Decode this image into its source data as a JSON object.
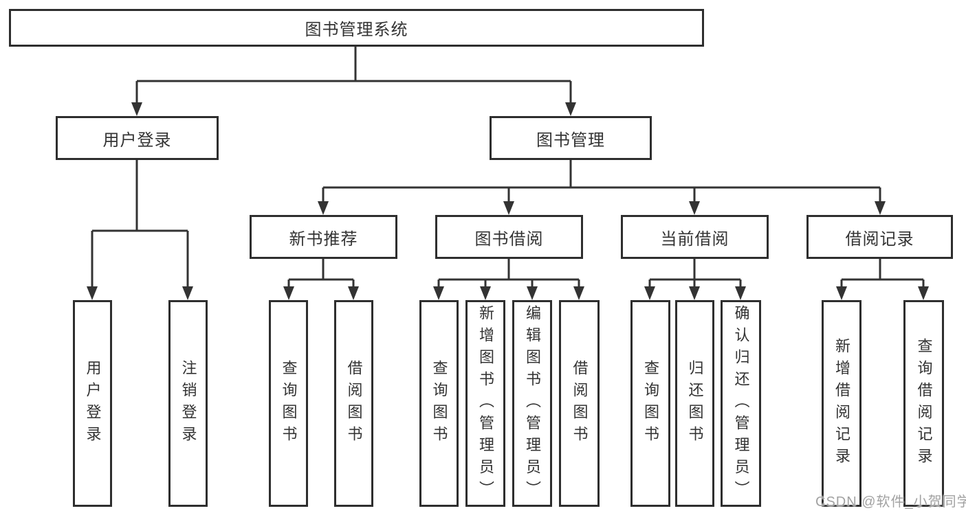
{
  "tree": {
    "root": {
      "label": "图书管理系统",
      "children": [
        {
          "label": "用户登录",
          "children": [
            {
              "label": "用户登录"
            },
            {
              "label": "注销登录"
            }
          ]
        },
        {
          "label": "图书管理",
          "children": [
            {
              "label": "新书推荐",
              "children": [
                {
                  "label": "查询图书"
                },
                {
                  "label": "借阅图书"
                }
              ]
            },
            {
              "label": "图书借阅",
              "children": [
                {
                  "label": "查询图书"
                },
                {
                  "label": "新增图书（管理员）"
                },
                {
                  "label": "编辑图书（管理员）"
                },
                {
                  "label": "借阅图书"
                }
              ]
            },
            {
              "label": "当前借阅",
              "children": [
                {
                  "label": "查询图书"
                },
                {
                  "label": "归还图书"
                },
                {
                  "label": "确认归还（管理员）"
                }
              ]
            },
            {
              "label": "借阅记录",
              "children": [
                {
                  "label": "新增借阅记录"
                },
                {
                  "label": "查询借阅记录"
                }
              ]
            }
          ]
        }
      ]
    }
  },
  "watermark": {
    "text": "CSDN @软件_小贺同学"
  },
  "colors": {
    "line": "#333333",
    "box_border": "#2e2e2e",
    "text": "#333333",
    "watermark": "#a2a2a2",
    "background": "#ffffff"
  }
}
